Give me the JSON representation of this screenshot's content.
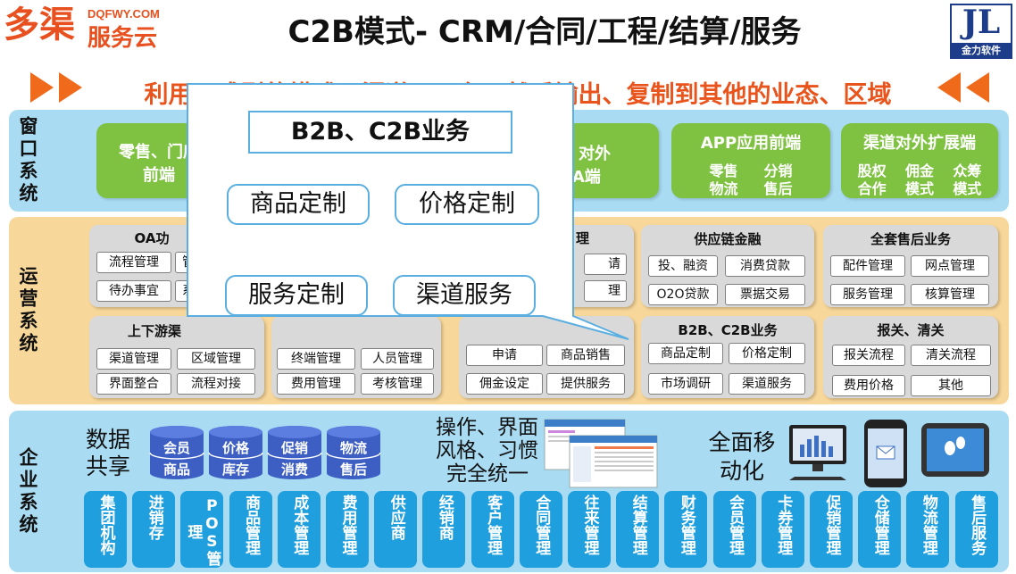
{
  "header": {
    "logo_main_1": "多",
    "logo_main_2": "渠",
    "logo_url": "DQFWY.COM",
    "logo_sub": "服务云",
    "title": "C2B模式- CRM/合同/工程/结算/服务",
    "brand_letters": "JL",
    "brand_name": "金力软件",
    "slogan": "利用已成型的模式、渠道、平台，然后输出、复制到其他的业态、区域"
  },
  "window_system": {
    "label": "窗口系统",
    "boxes": [
      {
        "title": "零售、门店",
        "sub": "前端"
      },
      {
        "title": "、对外",
        "sub": "OA端"
      },
      {
        "title": "APP应用前端",
        "items": [
          "零售",
          "分销",
          "物流",
          "售后"
        ]
      },
      {
        "title": "渠道对外扩展端",
        "items": [
          "股权",
          "佣金",
          "众筹",
          "合作",
          "模式",
          "模式"
        ]
      }
    ]
  },
  "operation_system": {
    "label": "运营系统",
    "panels": {
      "oa": {
        "title": "OA功",
        "chips": [
          "流程管理",
          "管",
          "待办事宜",
          "系"
        ]
      },
      "mgmt": {
        "title": "理",
        "chips": [
          "请",
          "理"
        ]
      },
      "supply_finance": {
        "title": "供应链金融",
        "chips": [
          "投、融资",
          "消费贷款",
          "O2O贷款",
          "票据交易"
        ]
      },
      "after_sales": {
        "title": "全套售后业务",
        "chips": [
          "配件管理",
          "网点管理",
          "服务管理",
          "核算管理"
        ]
      },
      "upstream": {
        "title": "上下游渠",
        "chips": [
          "渠道管理",
          "区域管理",
          "界面整合",
          "流程对接"
        ]
      },
      "terminal": {
        "chips": [
          "终端管理",
          "人员管理",
          "费用管理",
          "考核管理"
        ]
      },
      "apply": {
        "chips": [
          "申请",
          "商品销售",
          "佣金设定",
          "提供服务"
        ]
      },
      "b2b": {
        "title": "B2B、C2B业务",
        "chips": [
          "商品定制",
          "价格定制",
          "市场调研",
          "渠道服务"
        ]
      },
      "customs": {
        "title": "报关、清关",
        "chips": [
          "报关流程",
          "清关流程",
          "费用价格",
          "其他"
        ]
      }
    }
  },
  "enterprise_system": {
    "label": "企业系统",
    "data_share": "数据共享",
    "databases": [
      {
        "top": "会员",
        "bottom": "商品"
      },
      {
        "top": "价格",
        "bottom": "库存"
      },
      {
        "top": "促销",
        "bottom": "消费"
      },
      {
        "top": "物流",
        "bottom": "售后"
      }
    ],
    "unify_line1": "操作、界面",
    "unify_line2": "风格、习惯",
    "unify_line3": "完全统一",
    "mobile_line1": "全面移",
    "mobile_line2": "动化",
    "modules": [
      "集团机构",
      "进销存",
      "POS管理",
      "商品管理",
      "成本管理",
      "费用管理",
      "供应商",
      "经销商",
      "客户管理",
      "合同管理",
      "往来管理",
      "结算管理",
      "财务管理",
      "会员管理",
      "卡券管理",
      "促销管理",
      "仓储管理",
      "物流管理",
      "售后服务"
    ]
  },
  "popup": {
    "title": "B2B、C2B业务",
    "buttons": [
      "商品定制",
      "价格定制",
      "服务定制",
      "渠道服务"
    ]
  },
  "colors": {
    "accent_orange": "#e8541c",
    "band_blue": "#a9dcf3",
    "band_orange": "#f8d79a",
    "green": "#7fc241",
    "module_blue": "#1f9fde",
    "popup_border": "#5aaee0"
  }
}
